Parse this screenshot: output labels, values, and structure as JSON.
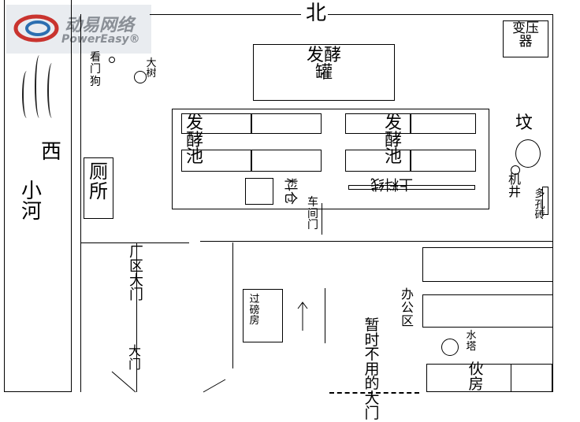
{
  "logo": {
    "cn": "动易网络",
    "en": "PowerEasy®"
  },
  "compass": {
    "north": "北",
    "west": "西"
  },
  "river": {
    "label": "小河"
  },
  "labels": {
    "transformer": "变压器",
    "fermentation_tank": "发酵罐",
    "fermentation_pool_left": "发酵池",
    "fermentation_pool_right": "发酵池",
    "grave": "坟",
    "machine_well": "机井",
    "multi_hole_brick": "多孔砖",
    "watchdog": "看门狗",
    "big_tree": "大树",
    "toilet": "厕所",
    "silo": "料仓",
    "feeding_line": "上料线",
    "workshop_door": "车间门",
    "factory_zone": "厂区大门",
    "weighing_room": "过磅房",
    "office_area": "办公区",
    "water_tower": "水塔",
    "canteen": "伙房",
    "main_gate": "大门",
    "temp_gate": "暂时不用的大门"
  }
}
